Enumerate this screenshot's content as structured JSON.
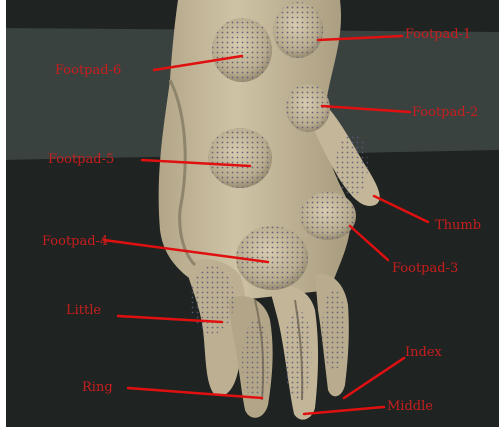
{
  "labels": {
    "footpad_1": "Footpad-1",
    "footpad_2": "Footpad-2",
    "footpad_3": "Footpad-3",
    "footpad_4": "Footpad-4",
    "footpad_5": "Footpad-5",
    "footpad_6": "Footpad-6",
    "thumb": "Thumb",
    "index": "Index",
    "middle": "Middle",
    "ring": "Ring",
    "little": "Little"
  },
  "colors": {
    "label": "#c81e1e",
    "leader_line": "#e01010",
    "hand_skin": "#c9bca0",
    "hand_shadow": "#8f846c",
    "background_dark": "#1f2321",
    "background_band": "#3a4240",
    "sensor_dot": "#5a5a78"
  }
}
